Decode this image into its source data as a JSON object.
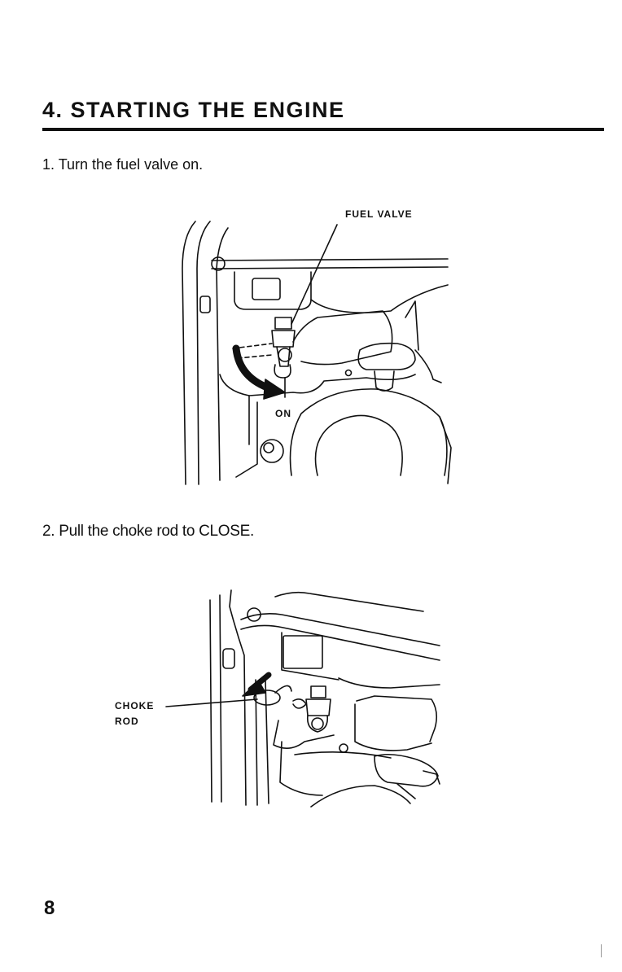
{
  "section": {
    "title": "4. STARTING THE ENGINE"
  },
  "steps": [
    {
      "text": "1. Turn the fuel valve on."
    },
    {
      "text": "2. Pull the choke rod to CLOSE."
    }
  ],
  "figures": {
    "fuel_valve": {
      "callout_label": "FUEL VALVE",
      "position_label": "ON"
    },
    "choke_rod": {
      "callout_label_line1": "CHOKE",
      "callout_label_line2": "ROD"
    }
  },
  "page_number": "8"
}
